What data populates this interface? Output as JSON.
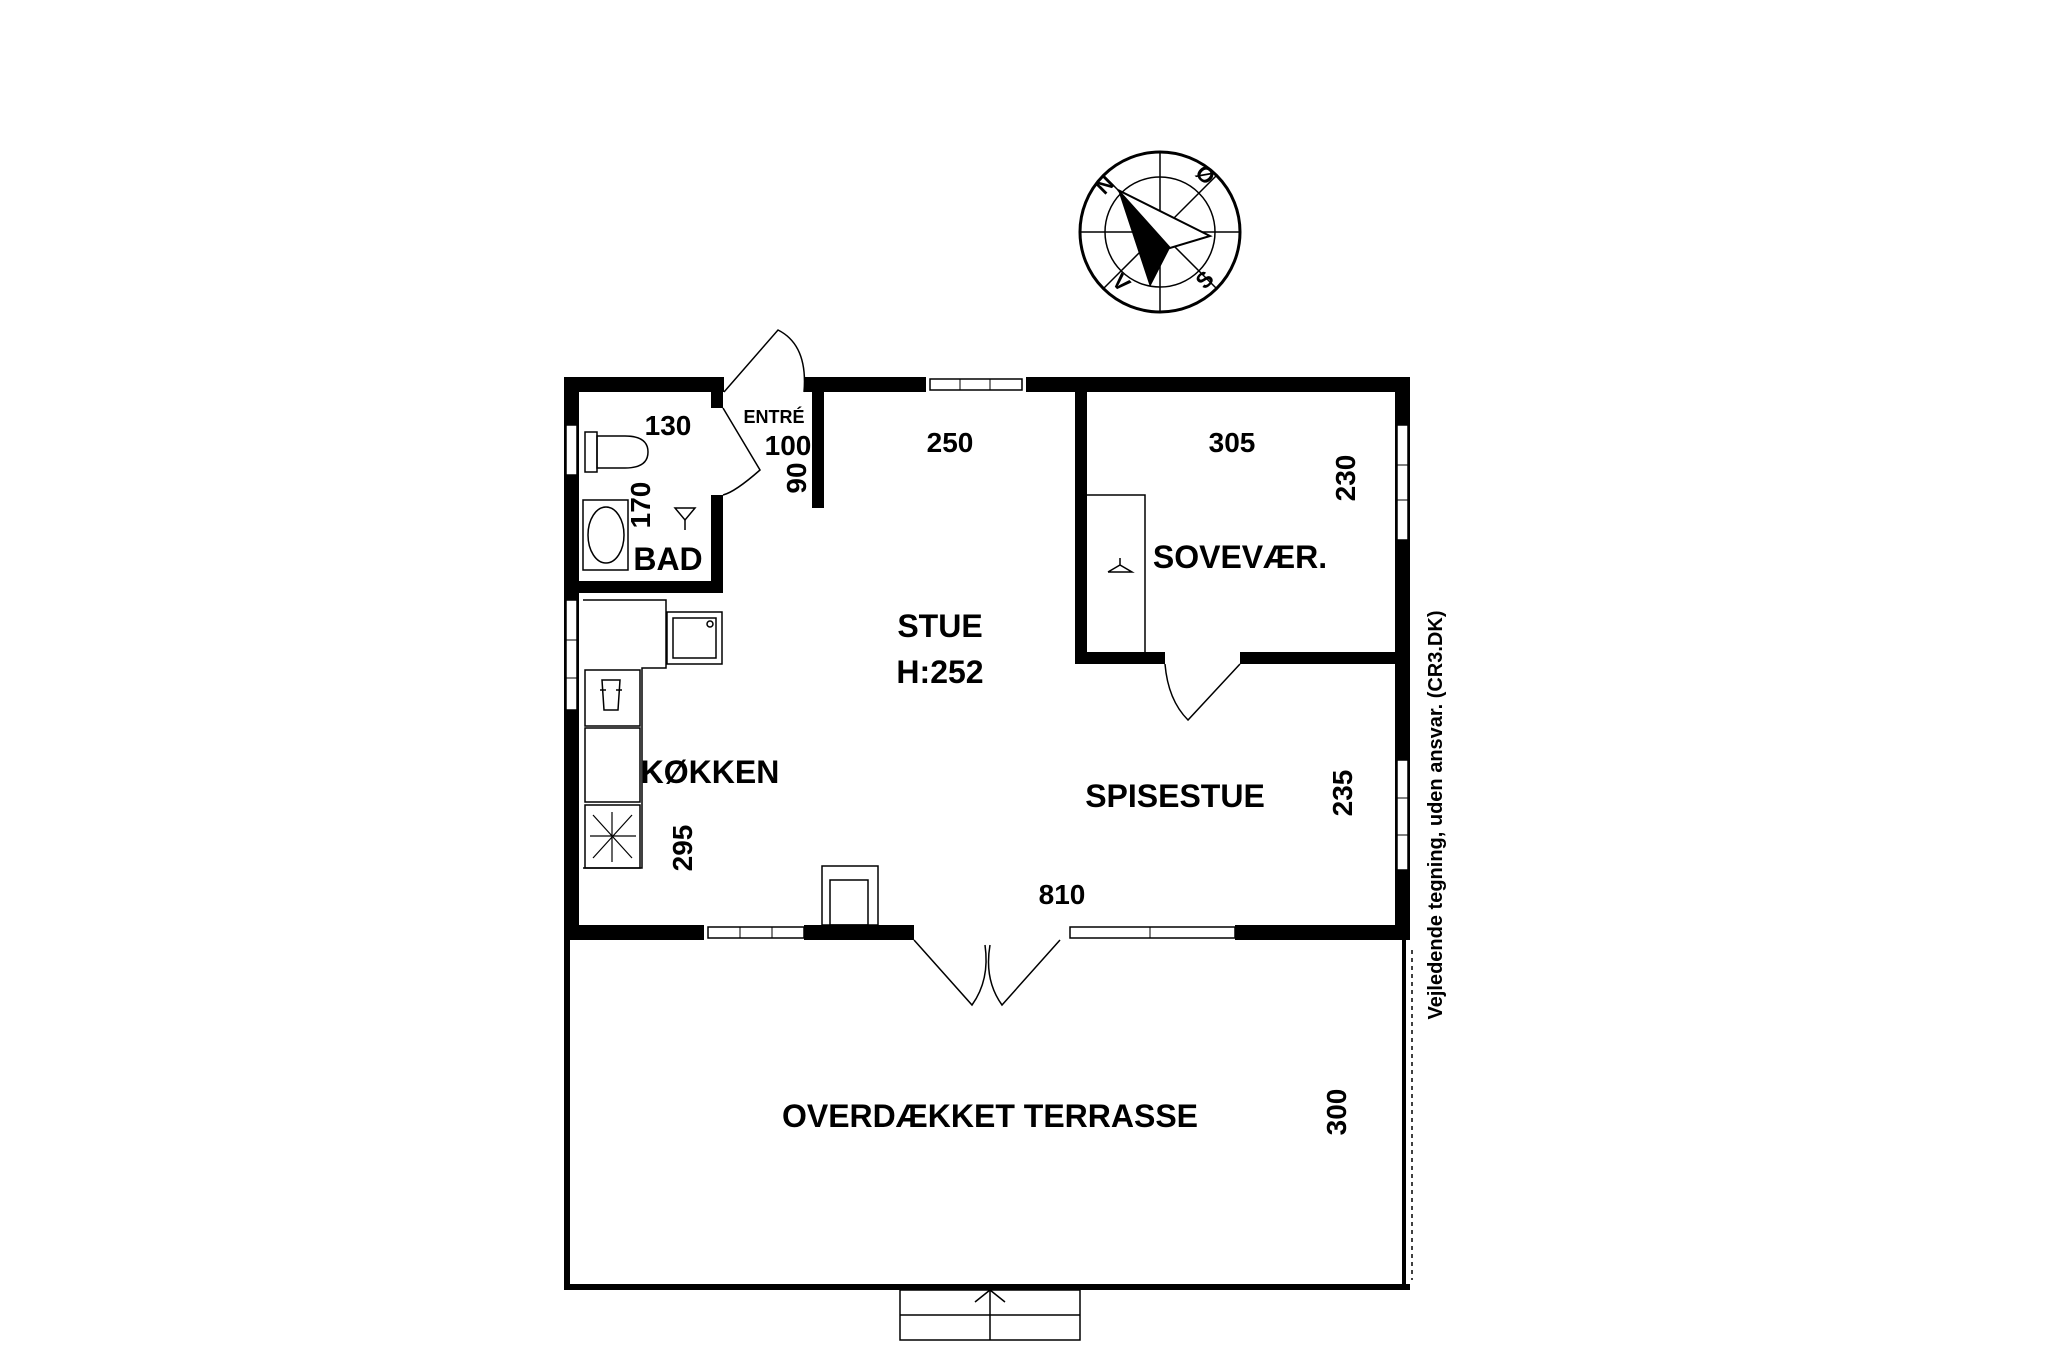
{
  "rooms": {
    "bad": "BAD",
    "entre": "ENTRÉ",
    "stue": "STUE",
    "stue_height": "H:252",
    "sovevaer": "SOVEVÆR.",
    "kokken": "KØKKEN",
    "spisestue": "SPISESTUE",
    "terrasse": "OVERDÆKKET TERRASSE"
  },
  "dimensions": {
    "bad_width": "130",
    "bad_depth": "170",
    "entre_width": "100",
    "entre_depth": "90",
    "stue_width": "250",
    "sovevaer_width": "305",
    "sovevaer_depth": "230",
    "kokken_depth": "295",
    "spisestue_depth": "235",
    "house_width": "810",
    "terrasse_depth": "300"
  },
  "compass": {
    "north": "N",
    "east": "Ø",
    "south": "S",
    "west": "V"
  },
  "disclaimer": "Vejledende tegning, uden ansvar. (CR3.DK)"
}
